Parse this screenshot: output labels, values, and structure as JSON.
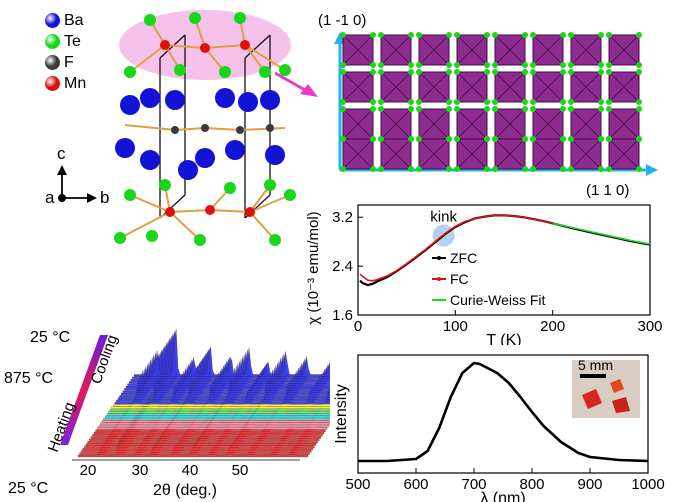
{
  "legend": {
    "items": [
      {
        "label": "Ba",
        "color": "#1313d6"
      },
      {
        "label": "Te",
        "color": "#19d619"
      },
      {
        "label": "F",
        "color": "#3a3a3a"
      },
      {
        "label": "Mn",
        "color": "#e00f0f"
      }
    ]
  },
  "axes_labels": {
    "c": "c",
    "a": "a",
    "b": "b"
  },
  "lattice": {
    "label_top": "(1 -1 0)",
    "label_bottom": "(1 1 0)"
  },
  "xrd": {
    "temp_top": "25 °C",
    "temp_mid": "875 °C",
    "temp_bottom": "25 °C",
    "cooling": "Cooling",
    "heating": "Heating",
    "xlabel": "2θ (deg.)",
    "xticks": [
      "20",
      "30",
      "40",
      "50"
    ]
  },
  "colors": {
    "chi_zfc": "#000000",
    "chi_fc": "#e01010",
    "chi_fit": "#19d619",
    "octahedra": "#8e2b91",
    "arrow_cyan": "#22b4e6",
    "arrow_pink": "#e83cc8"
  },
  "chart_data": [
    {
      "type": "line",
      "xlabel": "T (K)",
      "ylabel": "χ (10⁻³ emu/mol)",
      "xlim": [
        0,
        300
      ],
      "ylim": [
        1.6,
        3.4
      ],
      "xticks": [
        0,
        100,
        200,
        300
      ],
      "yticks": [
        1.6,
        2.4,
        3.2
      ],
      "annotation": "kink",
      "legend_placement": "right",
      "series": [
        {
          "name": "ZFC",
          "x": [
            2,
            5,
            10,
            15,
            20,
            30,
            40,
            50,
            60,
            70,
            80,
            90,
            100,
            110,
            120,
            130,
            140,
            150,
            160,
            170,
            180,
            190,
            200,
            220,
            240,
            260,
            280,
            300
          ],
          "y": [
            2.16,
            2.12,
            2.09,
            2.11,
            2.15,
            2.22,
            2.32,
            2.43,
            2.55,
            2.67,
            2.8,
            2.93,
            3.04,
            3.12,
            3.18,
            3.21,
            3.23,
            3.23,
            3.22,
            3.2,
            3.17,
            3.14,
            3.1,
            3.02,
            2.95,
            2.88,
            2.81,
            2.75
          ]
        },
        {
          "name": "FC",
          "x": [
            2,
            5,
            10,
            15,
            20,
            30,
            40,
            50,
            60,
            70,
            80,
            90,
            100,
            110,
            120,
            130,
            140,
            150,
            160,
            170,
            180,
            190,
            200
          ],
          "y": [
            2.27,
            2.23,
            2.17,
            2.16,
            2.18,
            2.24,
            2.33,
            2.44,
            2.56,
            2.68,
            2.81,
            2.94,
            3.05,
            3.13,
            3.18,
            3.21,
            3.23,
            3.23,
            3.22,
            3.2,
            3.17,
            3.14,
            3.1
          ]
        },
        {
          "name": "Curie-Weiss Fit",
          "x": [
            200,
            220,
            240,
            260,
            280,
            300
          ],
          "y": [
            3.1,
            3.03,
            2.96,
            2.89,
            2.82,
            2.76
          ]
        }
      ]
    },
    {
      "type": "line",
      "xlabel": "λ (nm)",
      "ylabel": "Intensity",
      "xlim": [
        500,
        1000
      ],
      "xticks": [
        500,
        600,
        700,
        800,
        900,
        1000
      ],
      "inset_scale": "5 mm",
      "series": [
        {
          "x": [
            500,
            550,
            600,
            620,
            640,
            660,
            680,
            700,
            710,
            720,
            740,
            760,
            780,
            800,
            820,
            850,
            880,
            900,
            950,
            1000
          ],
          "y": [
            0.02,
            0.02,
            0.04,
            0.12,
            0.35,
            0.66,
            0.9,
            1.0,
            0.99,
            0.96,
            0.9,
            0.8,
            0.66,
            0.51,
            0.37,
            0.21,
            0.1,
            0.06,
            0.03,
            0.02
          ]
        }
      ]
    }
  ]
}
